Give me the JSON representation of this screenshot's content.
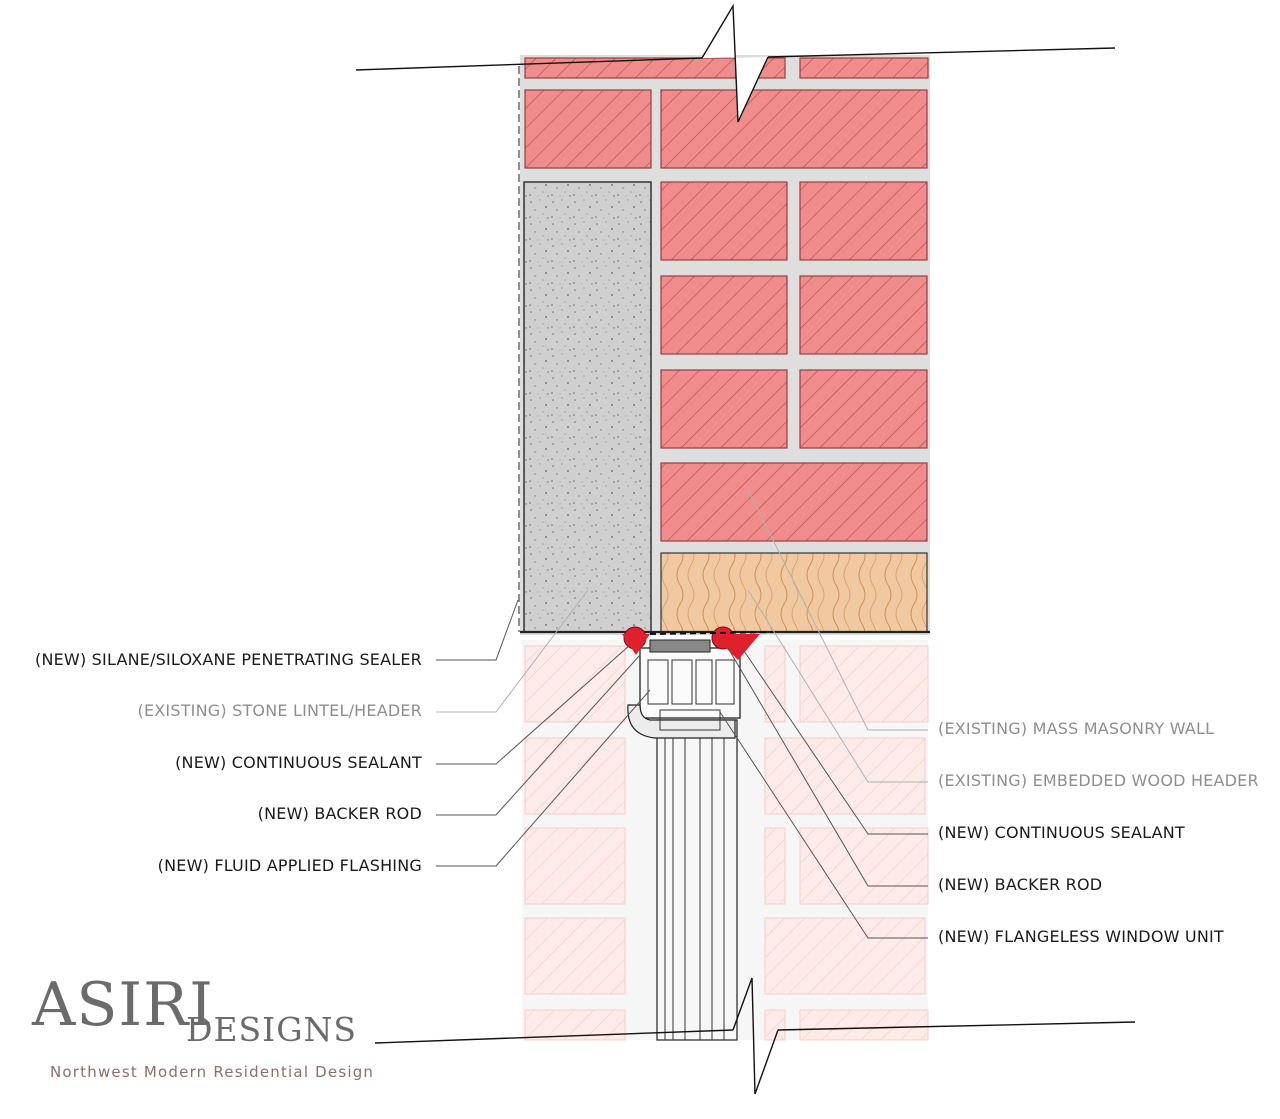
{
  "labels_left": [
    {
      "id": "new-silane-siloxane-sealer",
      "text": "(NEW) SILANE/SILOXANE PENETRATING SEALER",
      "status": "new"
    },
    {
      "id": "existing-stone-lintel",
      "text": "(EXISTING) STONE LINTEL/HEADER",
      "status": "existing"
    },
    {
      "id": "new-continuous-sealant-left",
      "text": "(NEW) CONTINUOUS SEALANT",
      "status": "new"
    },
    {
      "id": "new-backer-rod-left",
      "text": "(NEW) BACKER ROD",
      "status": "new"
    },
    {
      "id": "new-fluid-applied-flashing",
      "text": "(NEW) FLUID APPLIED FLASHING",
      "status": "new"
    }
  ],
  "labels_right": [
    {
      "id": "existing-mass-masonry-wall",
      "text": "(EXISTING) MASS MASONRY WALL",
      "status": "existing"
    },
    {
      "id": "existing-embedded-wood-header",
      "text": "(EXISTING) EMBEDDED WOOD HEADER",
      "status": "existing"
    },
    {
      "id": "new-continuous-sealant-right",
      "text": "(NEW) CONTINUOUS SEALANT",
      "status": "new"
    },
    {
      "id": "new-backer-rod-right",
      "text": "(NEW) BACKER ROD",
      "status": "new"
    },
    {
      "id": "new-flangeless-window-unit",
      "text": "(NEW) FLANGELESS WINDOW UNIT",
      "status": "new"
    }
  ],
  "logo": {
    "name": "ASIRI",
    "subname": "DESIGNS",
    "tagline": "Northwest Modern Residential Design"
  },
  "colors": {
    "brick": "#f08c8c",
    "brick_hatch": "#b84a4a",
    "brick_faded": "#fbe6e3",
    "mortar": "#dedede",
    "stone": "#cfcfcf",
    "wood": "#f0c9a0",
    "sealant": "#e0202a",
    "label_new": "#1a1a1a",
    "label_existing": "#8e8e8e"
  }
}
